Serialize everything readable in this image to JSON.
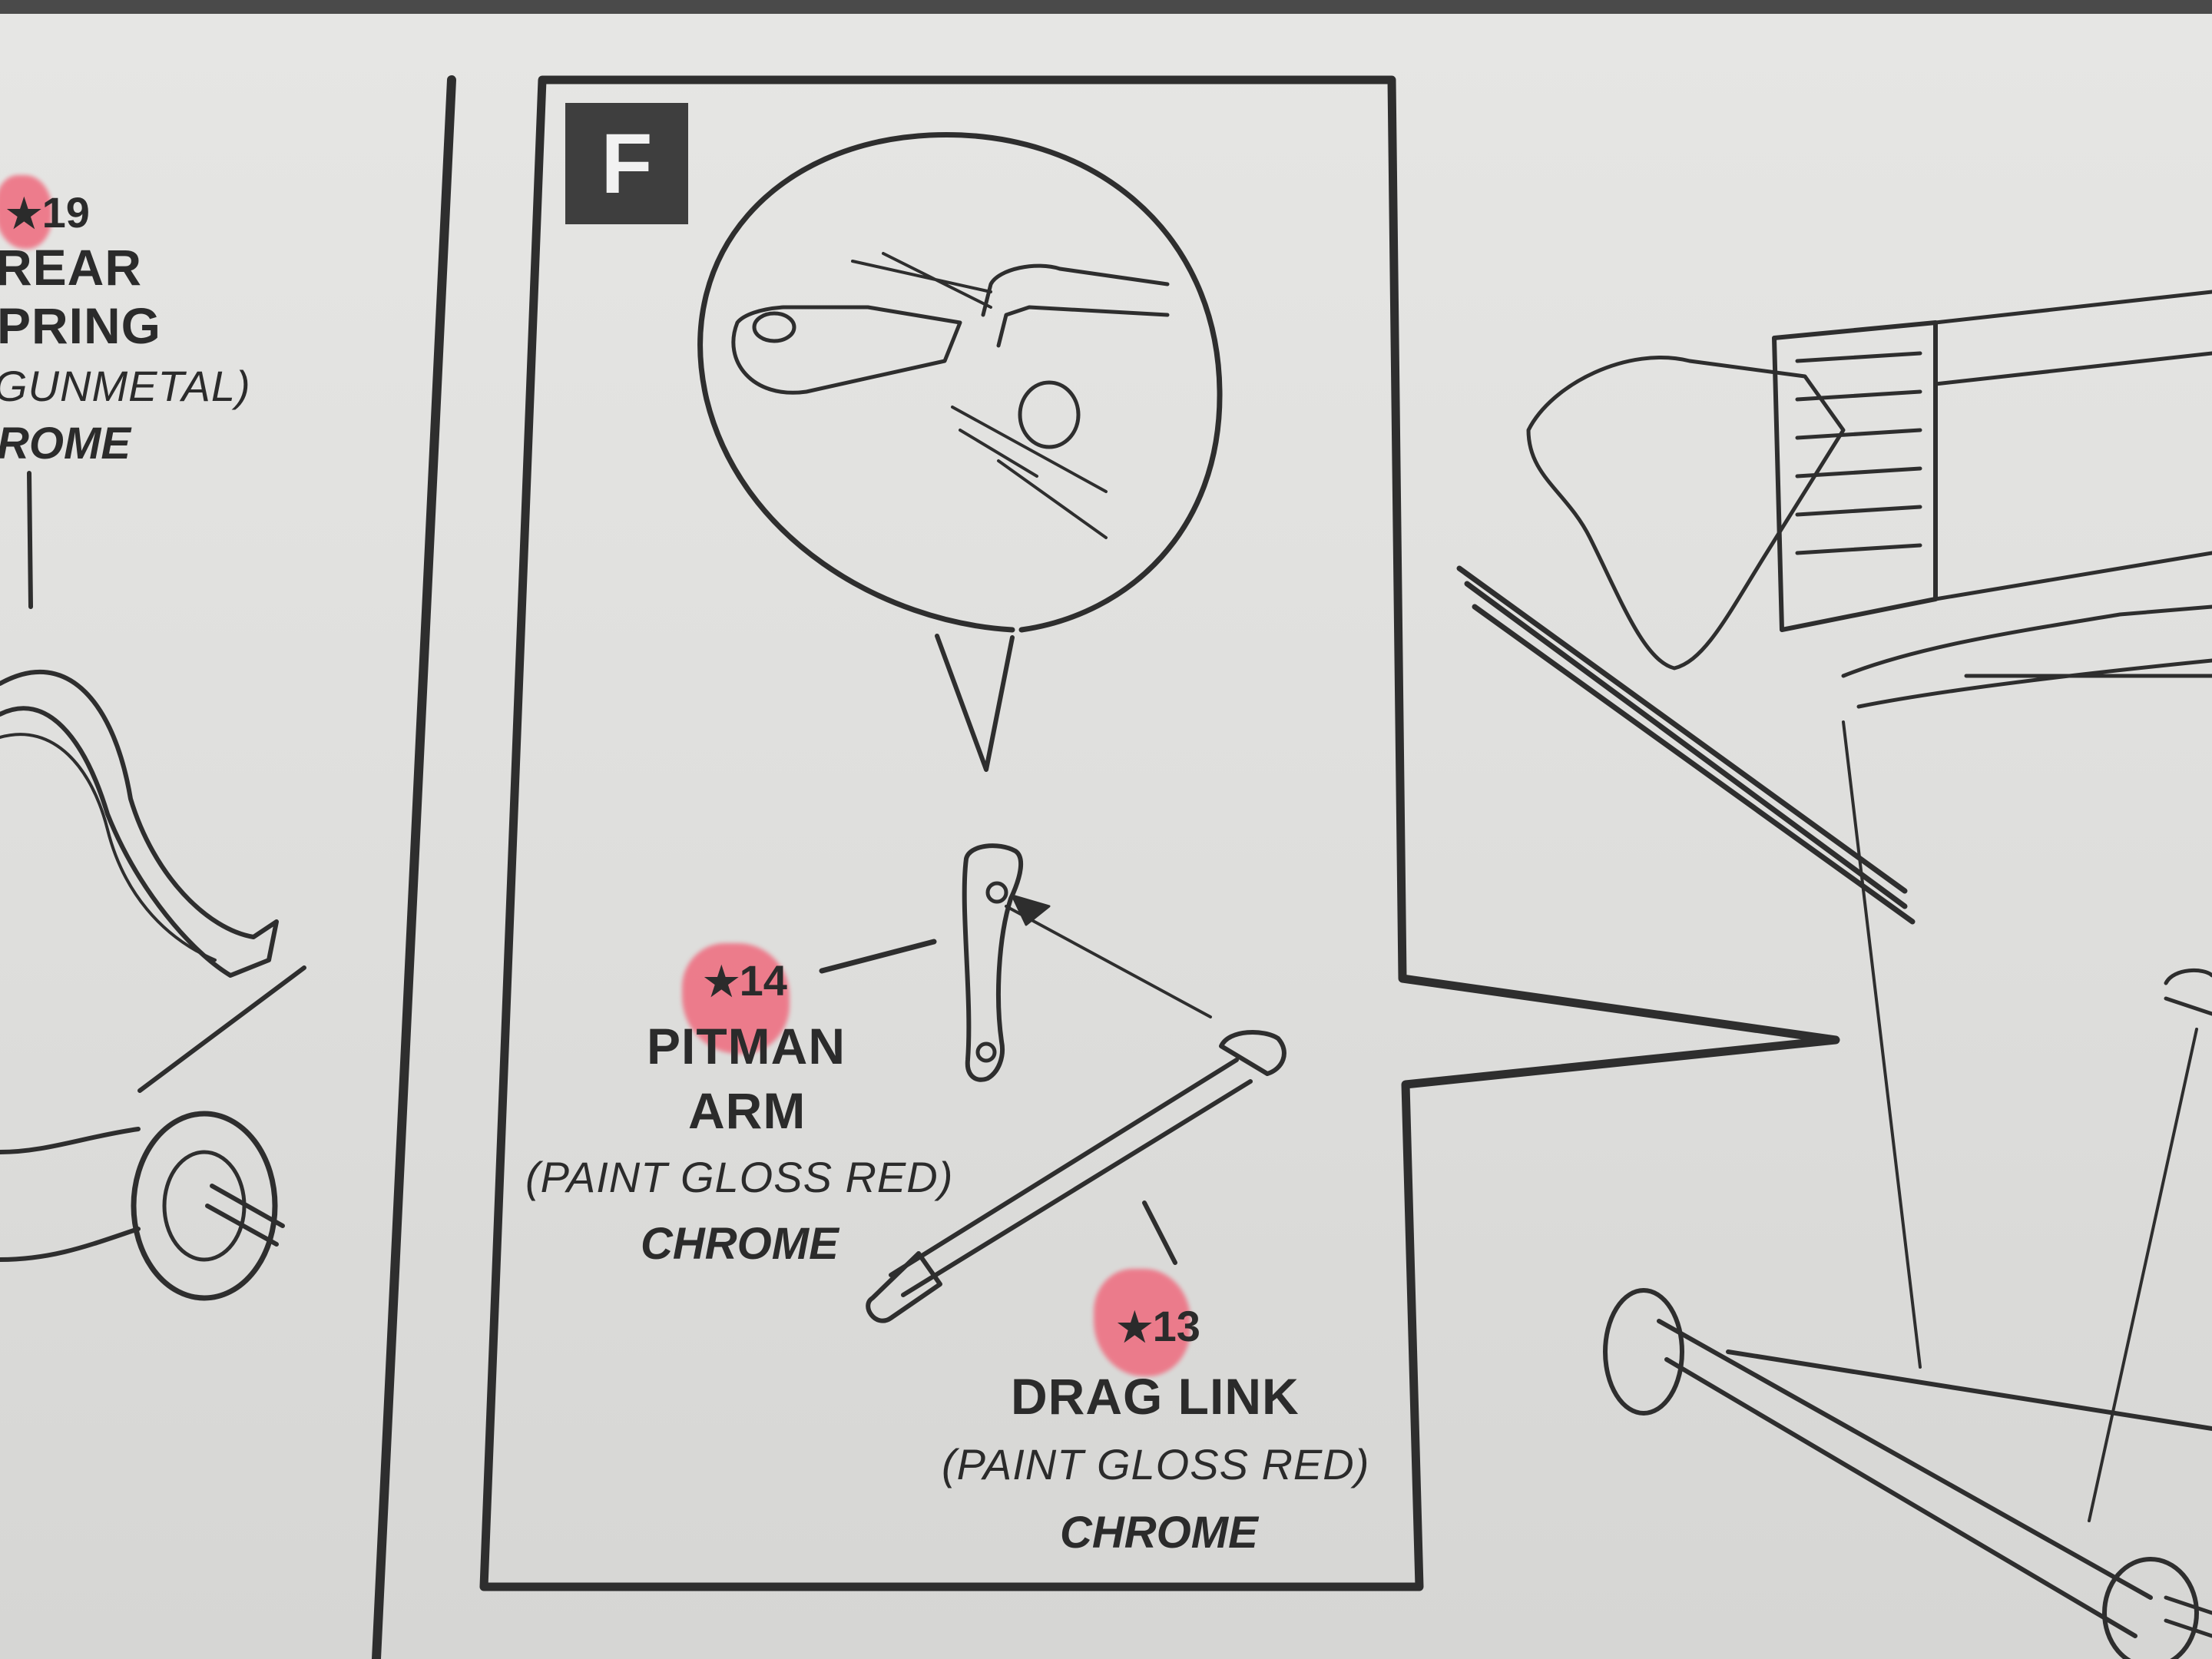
{
  "step": {
    "letter": "F"
  },
  "left_column": {
    "part_number": "19",
    "part_name_line1": "REAR",
    "part_name_line2": "PRING",
    "paint": "GUNMETAL)",
    "finish": "ROME"
  },
  "pitman_arm": {
    "star": "★",
    "part_number": "14",
    "name_line1": "PITMAN",
    "name_line2": "ARM",
    "paint": "(PAINT GLOSS RED)",
    "finish": "CHROME"
  },
  "drag_link": {
    "star": "★",
    "part_number": "13",
    "name": "DRAG LINK",
    "paint": "(PAINT GLOSS RED)",
    "finish": "CHROME"
  },
  "colors": {
    "paper": "#e2e2e0",
    "ink": "#2b2b2b",
    "highlighter": "#ef6b7e"
  }
}
